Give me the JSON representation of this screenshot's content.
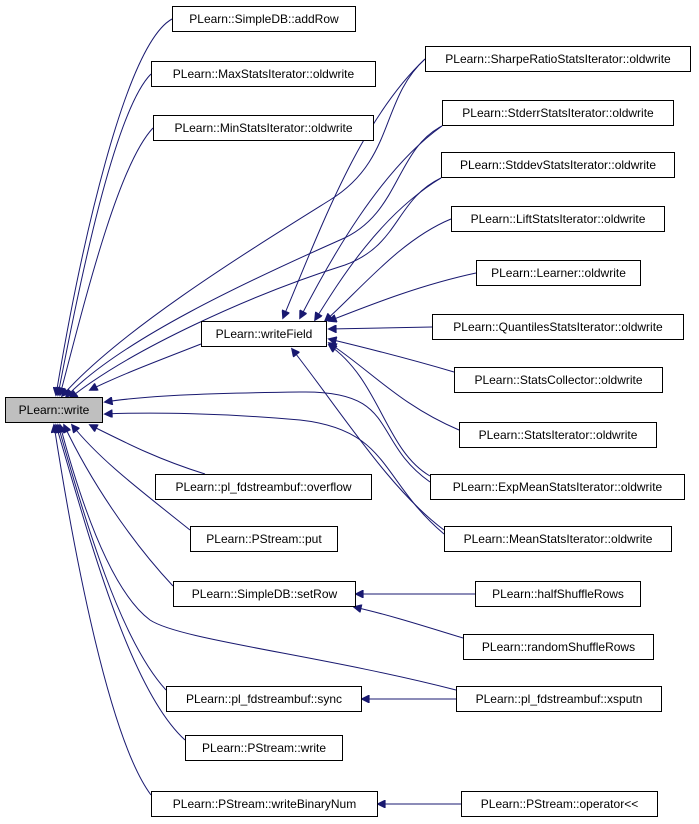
{
  "colors": {
    "edge": "#191970",
    "node_border": "#000000",
    "node_fill": "#ffffff",
    "focus_fill": "#bfbfbf"
  },
  "nodes": {
    "write": "PLearn::write",
    "simpledb_addrow": "PLearn::SimpleDB::addRow",
    "maxstats_oldwrite": "PLearn::MaxStatsIterator::oldwrite",
    "minstats_oldwrite": "PLearn::MinStatsIterator::oldwrite",
    "writefield": "PLearn::writeField",
    "sharperatio_oldwrite": "PLearn::SharpeRatioStatsIterator::oldwrite",
    "stderr_oldwrite": "PLearn::StderrStatsIterator::oldwrite",
    "stddev_oldwrite": "PLearn::StddevStatsIterator::oldwrite",
    "lift_oldwrite": "PLearn::LiftStatsIterator::oldwrite",
    "learner_oldwrite": "PLearn::Learner::oldwrite",
    "quantiles_oldwrite": "PLearn::QuantilesStatsIterator::oldwrite",
    "statscollector_oldwrite": "PLearn::StatsCollector::oldwrite",
    "statsiterator_oldwrite": "PLearn::StatsIterator::oldwrite",
    "expmean_oldwrite": "PLearn::ExpMeanStatsIterator::oldwrite",
    "mean_oldwrite": "PLearn::MeanStatsIterator::oldwrite",
    "fd_overflow": "PLearn::pl_fdstreambuf::overflow",
    "pstream_put": "PLearn::PStream::put",
    "simpledb_setrow": "PLearn::SimpleDB::setRow",
    "halfshufflerows": "PLearn::halfShuffleRows",
    "randomshufflerows": "PLearn::randomShuffleRows",
    "fd_sync": "PLearn::pl_fdstreambuf::sync",
    "fd_xsputn": "PLearn::pl_fdstreambuf::xsputn",
    "pstream_write": "PLearn::PStream::write",
    "pstream_writebinarynum": "PLearn::PStream::writeBinaryNum",
    "pstream_operator": "PLearn::PStream::operator<<"
  }
}
